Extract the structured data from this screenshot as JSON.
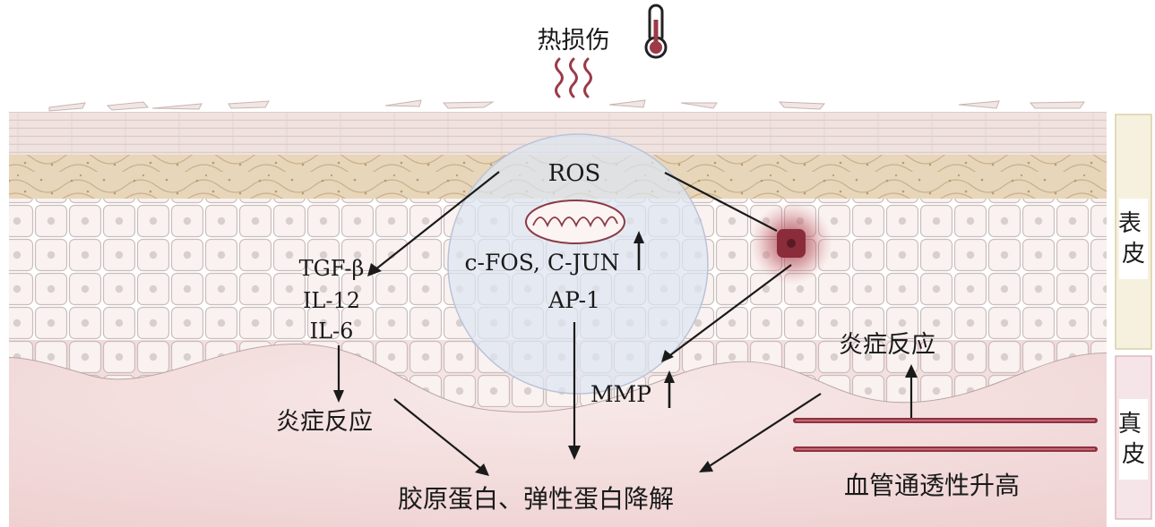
{
  "top": {
    "heat_label": "热损伤",
    "thermometer_icon": "thermometer-icon",
    "heat_wave_icon": "heat-wave-icon"
  },
  "nodes": {
    "ros": "ROS",
    "transcription": "c-FOS, C-JUN",
    "ap1": "AP-1",
    "cytokines": [
      "TGF-β",
      "IL-12",
      "IL-6"
    ],
    "mmp": "MMP",
    "inflammation_left": "炎症反应",
    "inflammation_right": "炎症反应",
    "degradation": "胶原蛋白、弹性蛋白降解",
    "vascular": "血管通透性升高"
  },
  "layers": {
    "epidermis": "表皮",
    "dermis": "真皮"
  },
  "colors": {
    "stratum_corneum": "#efe2df",
    "granular": "#e6d3b6",
    "spinous": "#f6ecea",
    "dermis": "#f2d9d9",
    "ros_circle": "#dfe5f1",
    "damaged_cell": "#8a2c3a",
    "vessel": "#8e3140",
    "epidermis_tag": "#efe7cf",
    "dermis_tag": "#f4e1e4"
  }
}
